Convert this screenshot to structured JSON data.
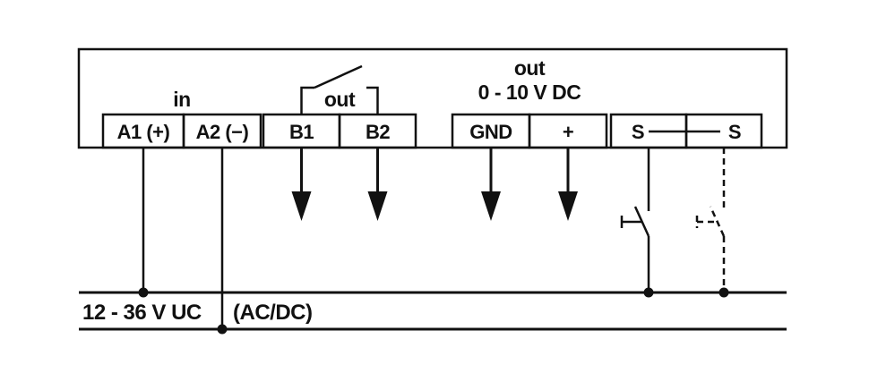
{
  "diagram": {
    "groups": {
      "in_label": "in",
      "relay_out_label": "out",
      "analog_out_label": "out",
      "analog_out_range": "0 - 10 V DC"
    },
    "terminals": [
      {
        "id": "A1",
        "label": "A1 (+)"
      },
      {
        "id": "A2",
        "label": "A2 (−)"
      },
      {
        "id": "B1",
        "label": "B1"
      },
      {
        "id": "B2",
        "label": "B2"
      },
      {
        "id": "GND",
        "label": "GND"
      },
      {
        "id": "plus",
        "label": "+"
      },
      {
        "id": "S1",
        "label": "S"
      },
      {
        "id": "S2",
        "label": "S"
      }
    ],
    "supply": {
      "voltage_label": "12 - 36 V UC",
      "type_label": "(AC/DC)"
    }
  }
}
